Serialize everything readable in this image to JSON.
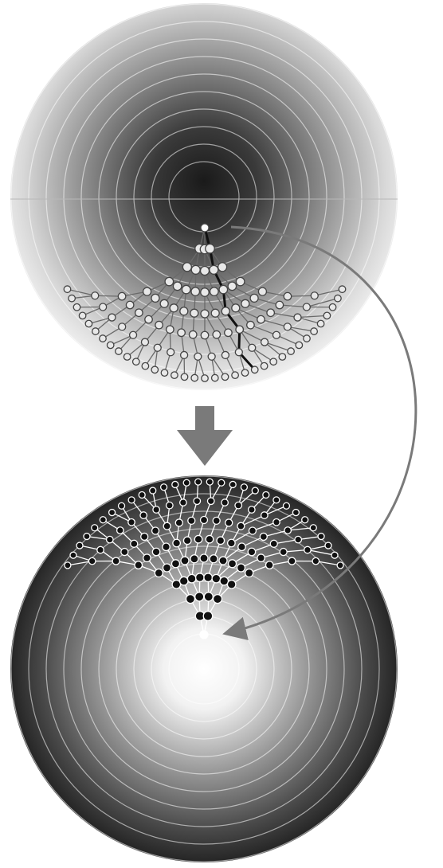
{
  "figure": {
    "top_disk": {
      "ring_count": 10,
      "shading": "dark-center-to-light-edge",
      "tree": {
        "direction": "downward",
        "root_node": "white-filled",
        "node_fill": "#e8e8e8",
        "highlighted_path_color": "#111111",
        "levels": [
          {
            "nodes": 1
          },
          {
            "nodes": 3
          },
          {
            "nodes": 5
          },
          {
            "nodes": 9
          },
          {
            "nodes": 13
          },
          {
            "nodes": 17
          },
          {
            "nodes": 20
          },
          {
            "nodes": 35
          }
        ]
      }
    },
    "transform_arrow": {
      "direction": "down",
      "color": "#7a7a7a"
    },
    "bottom_disk": {
      "ring_count": 10,
      "shading": "light-center-to-dark-edge",
      "tree": {
        "direction": "upward",
        "root_node": "white-outlined",
        "node_fill": "#111111",
        "levels": [
          {
            "nodes": 1
          },
          {
            "nodes": 2
          },
          {
            "nodes": 4
          },
          {
            "nodes": 8
          },
          {
            "nodes": 11
          },
          {
            "nodes": 14
          },
          {
            "nodes": 17
          },
          {
            "nodes": 20
          },
          {
            "nodes": 30
          }
        ]
      }
    },
    "connector_arrow": {
      "from": "top-tree-root",
      "to": "bottom-tree-root",
      "color": "#7a7a7a"
    },
    "colors": {
      "background": "#ffffff",
      "arrow": "#7a7a7a",
      "dark_node": "#111111",
      "light_node": "#ececec"
    }
  }
}
